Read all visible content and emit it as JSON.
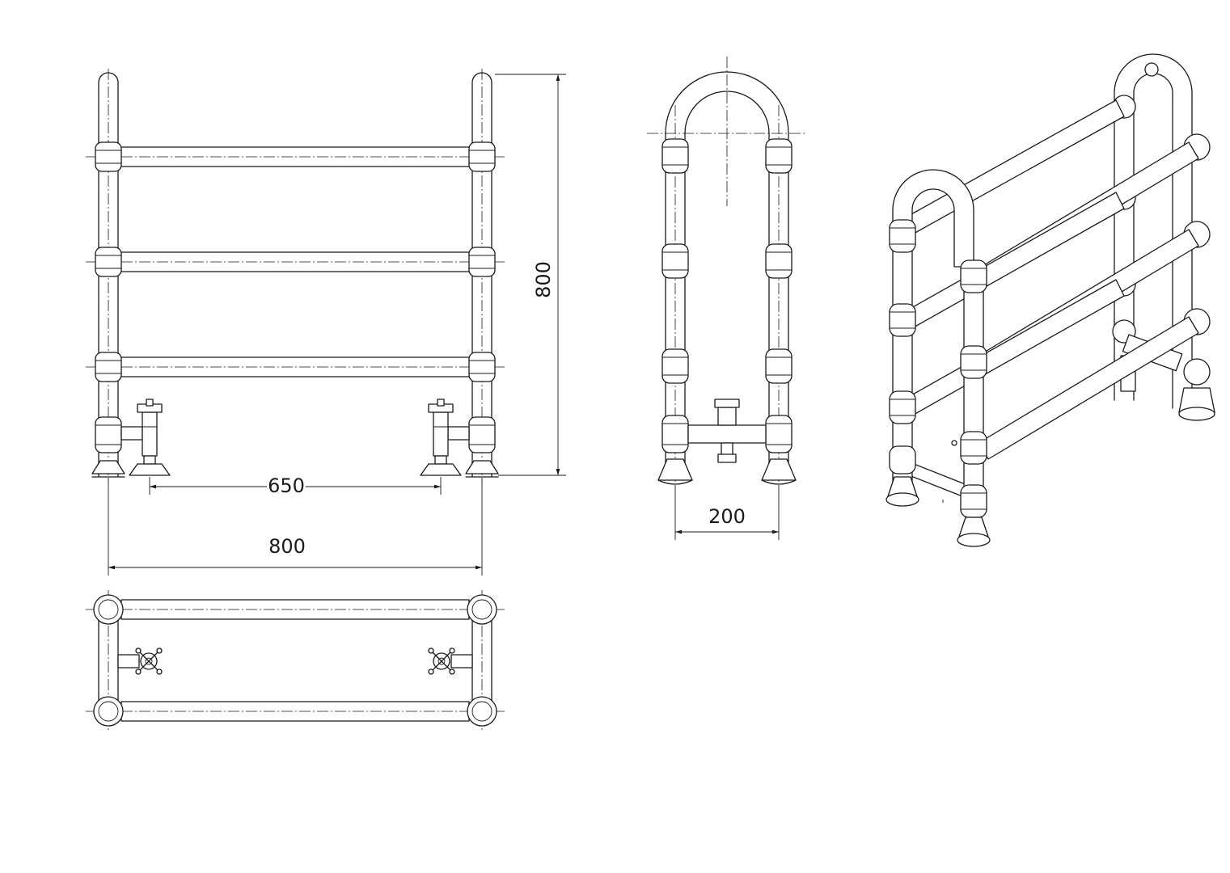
{
  "dimensions": {
    "front_height": "800",
    "front_width": "800",
    "valve_spacing": "650",
    "side_depth": "200"
  }
}
